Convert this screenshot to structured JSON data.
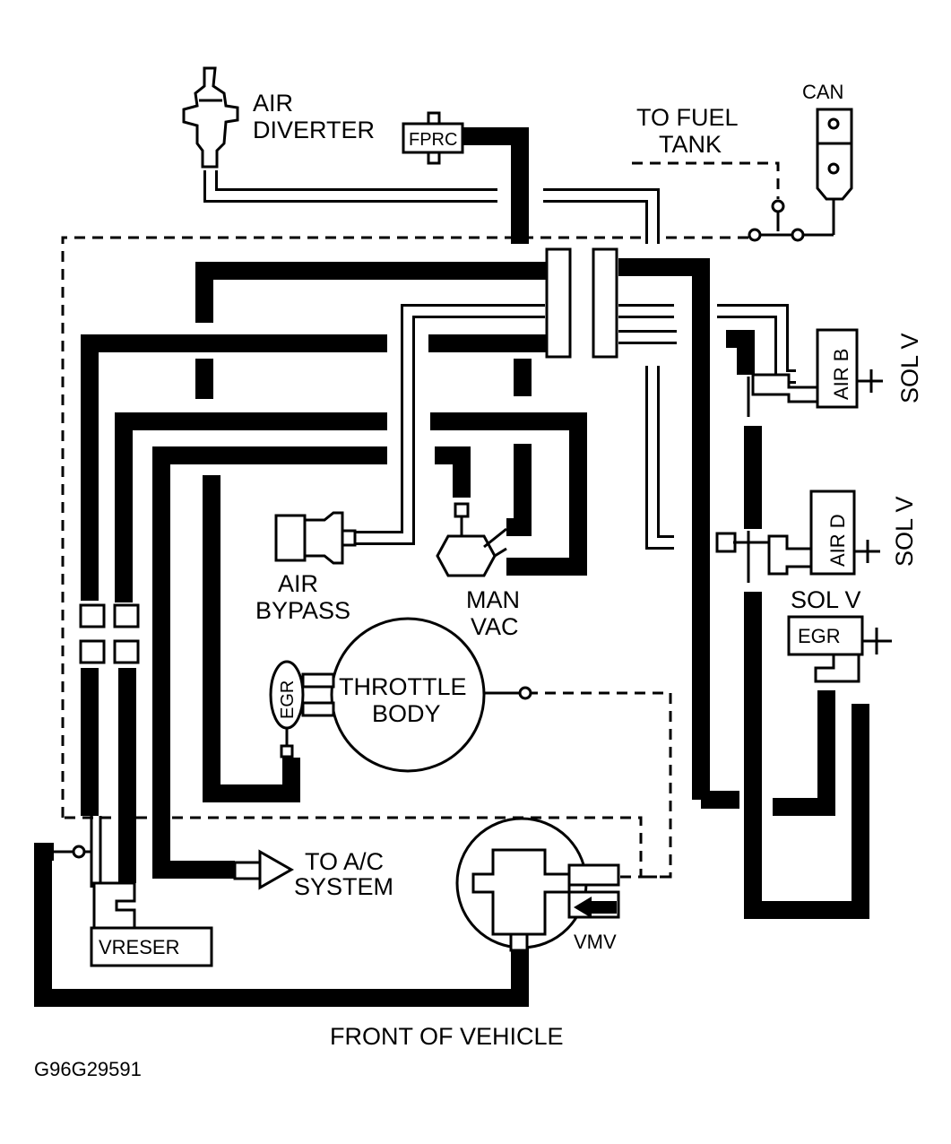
{
  "labels": {
    "air_diverter_1": "AIR",
    "air_diverter_2": "DIVERTER",
    "fprc": "FPRC",
    "to_fuel_1": "TO FUEL",
    "to_fuel_2": "TANK",
    "can": "CAN",
    "air_b": "AIR B",
    "sol_v_1": "SOL V",
    "air_d": "AIR D",
    "sol_v_2": "SOL V",
    "sol_v_3": "SOL V",
    "egr_sol": "EGR",
    "air_bypass_1": "AIR",
    "air_bypass_2": "BYPASS",
    "man_vac_1": "MAN",
    "man_vac_2": "VAC",
    "throttle_1": "THROTTLE",
    "throttle_2": "BODY",
    "egr_valve": "EGR",
    "to_ac_1": "TO A/C",
    "to_ac_2": "SYSTEM",
    "vreser": "VRESER",
    "vmv": "VMV",
    "front": "FRONT OF VEHICLE",
    "figure_code": "G96G29591"
  }
}
